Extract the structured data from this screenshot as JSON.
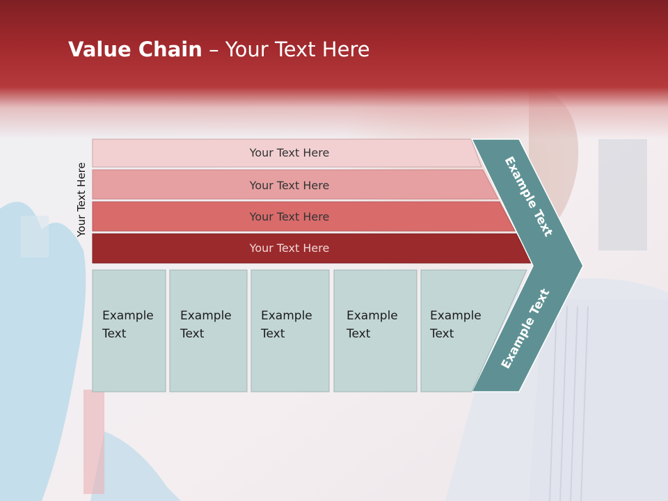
{
  "slide": {
    "title_bold": "Value Chain",
    "title_rest": " – Your Text Here",
    "side_label": "Your Text Here"
  },
  "bars": [
    {
      "label": "Your Text Here",
      "color": "#f2d0d1"
    },
    {
      "label": "Your Text Here",
      "color": "#e6a0a2"
    },
    {
      "label": "Your Text Here",
      "color": "#d96b6b"
    },
    {
      "label": "Your Text Here",
      "color": "#9b2a2c"
    }
  ],
  "boxes": [
    {
      "line1": "Example",
      "line2": "Text"
    },
    {
      "line1": "Example",
      "line2": "Text"
    },
    {
      "line1": "Example",
      "line2": "Text"
    },
    {
      "line1": "Example",
      "line2": "Text"
    },
    {
      "line1": "Example",
      "line2": "Text"
    }
  ],
  "chevron": {
    "upper_label": "Example Text",
    "lower_label": "Example Text",
    "color": "#5f9194"
  },
  "colors": {
    "header_dark": "#7f2024",
    "box_fill": "#c2d6d5",
    "box_border": "#9fb5b4"
  }
}
